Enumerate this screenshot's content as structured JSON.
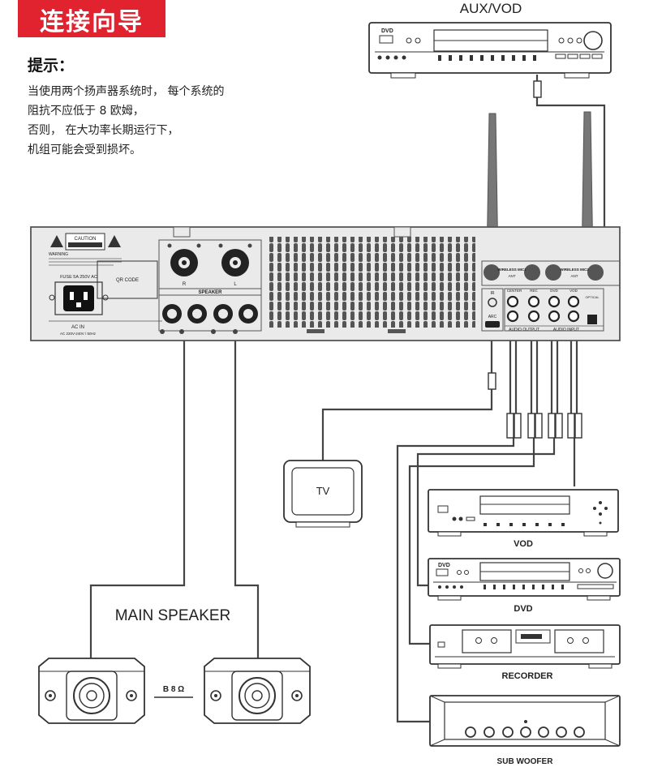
{
  "banner": {
    "title": "连接向导",
    "color": "#e1232f"
  },
  "tips": {
    "heading": "提示：",
    "lines": [
      "当使用两个扬声器系统时， 每个系统的",
      "阻抗不应低于 8 欧姆，",
      "否则， 在大功率长期运行下，",
      "机组可能会受到损坏。"
    ]
  },
  "devices": {
    "aux_vod": "AUX/VOD",
    "tv": "TV",
    "vod": "VOD",
    "dvd": "DVD",
    "recorder": "RECORDER",
    "subwoofer": "SUB WOOFER",
    "main_speaker": "MAIN SPEAKER",
    "impedance": "B 8 Ω",
    "dvd_logo": "DVD"
  },
  "amp_panel": {
    "caution": "CAUTION",
    "warning": "WARNING",
    "fuse": "FUSE 5A 250V AC",
    "qr_code": "QR CODE",
    "ac_in": "AC IN",
    "ac_spec": "AC 220V-240V / 50Hz",
    "speaker": "SPEAKER",
    "speaker_r": "R",
    "speaker_l": "L",
    "wireless_mic1": "WIRELESS MIC1",
    "wireless_mic2": "WIRELESS MIC2",
    "ant": "ANT",
    "ir": "IR",
    "arc": "ARC",
    "center": "CENTER",
    "rec": "REC",
    "dvd": "DVD",
    "vod": "VOD",
    "optical": "OPTICAL",
    "audio_output": "AUDIO OUTPUT",
    "audio_input": "AUDIO INPUT"
  }
}
